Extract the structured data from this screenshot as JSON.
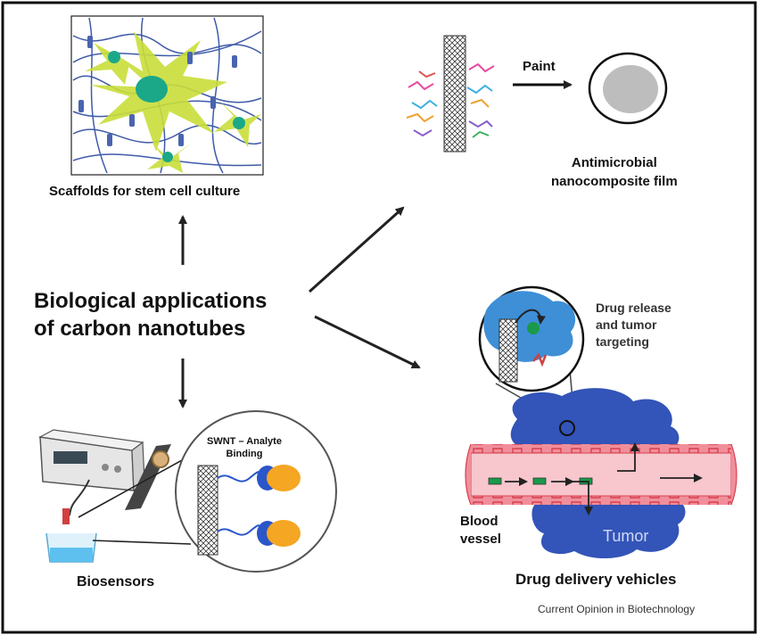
{
  "title": [
    "Biological applications",
    "of carbon nanotubes"
  ],
  "applications": {
    "scaffolds": "Scaffolds for stem cell culture",
    "paint": "Paint",
    "film": [
      "Antimicrobial",
      "nanocomposite film"
    ],
    "drug_release": [
      "Drug release",
      "and tumor",
      "targeting"
    ],
    "swnt_binding": [
      "SWNT – Analyte",
      "Binding"
    ],
    "blood_vessel": [
      "Blood",
      "vessel"
    ],
    "tumor": "Tumor",
    "biosensors": "Biosensors",
    "drug_delivery": "Drug delivery vehicles"
  },
  "source": "Current Opinion in Biotechnology",
  "colors": {
    "cell_green": "#c9de3a",
    "nucleus": "#1aa889",
    "fiber": "#3f5ba8",
    "tumor_blue": "#3354b8",
    "vessel_pink": "#f5b2bb",
    "vessel_red": "#e8505e",
    "analyte_orange": "#f5a623",
    "antibody_blue": "#2b56c9"
  }
}
